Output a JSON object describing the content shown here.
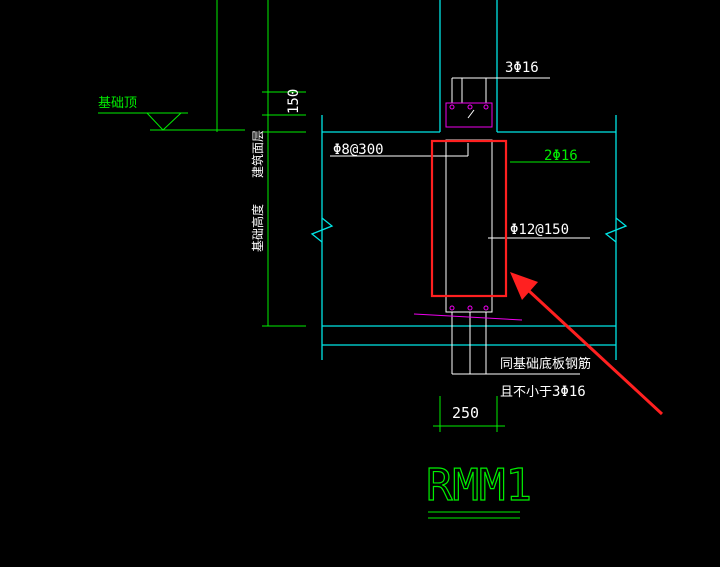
{
  "drawing": {
    "labels": {
      "top_bars": "3Φ16",
      "side_bars": "2Φ16",
      "stirrup_left": "Φ8@300",
      "stirrup_right": "Φ12@150",
      "base_ref_line1": "同基础底板钢筋",
      "base_ref_line2": "且不小于",
      "base_ref_bars": "3Φ16",
      "foundation_top": "基础顶",
      "dim_150": "150",
      "dim_250": "250",
      "vert_label_1": "建筑面层",
      "vert_label_2": "基础高度",
      "title": "RMM1"
    },
    "colors": {
      "cyan": "#00e5e5",
      "green": "#00ee00",
      "white": "#ffffff",
      "magenta": "#ee00ee",
      "red": "#ff2020",
      "background": "#000000"
    }
  }
}
